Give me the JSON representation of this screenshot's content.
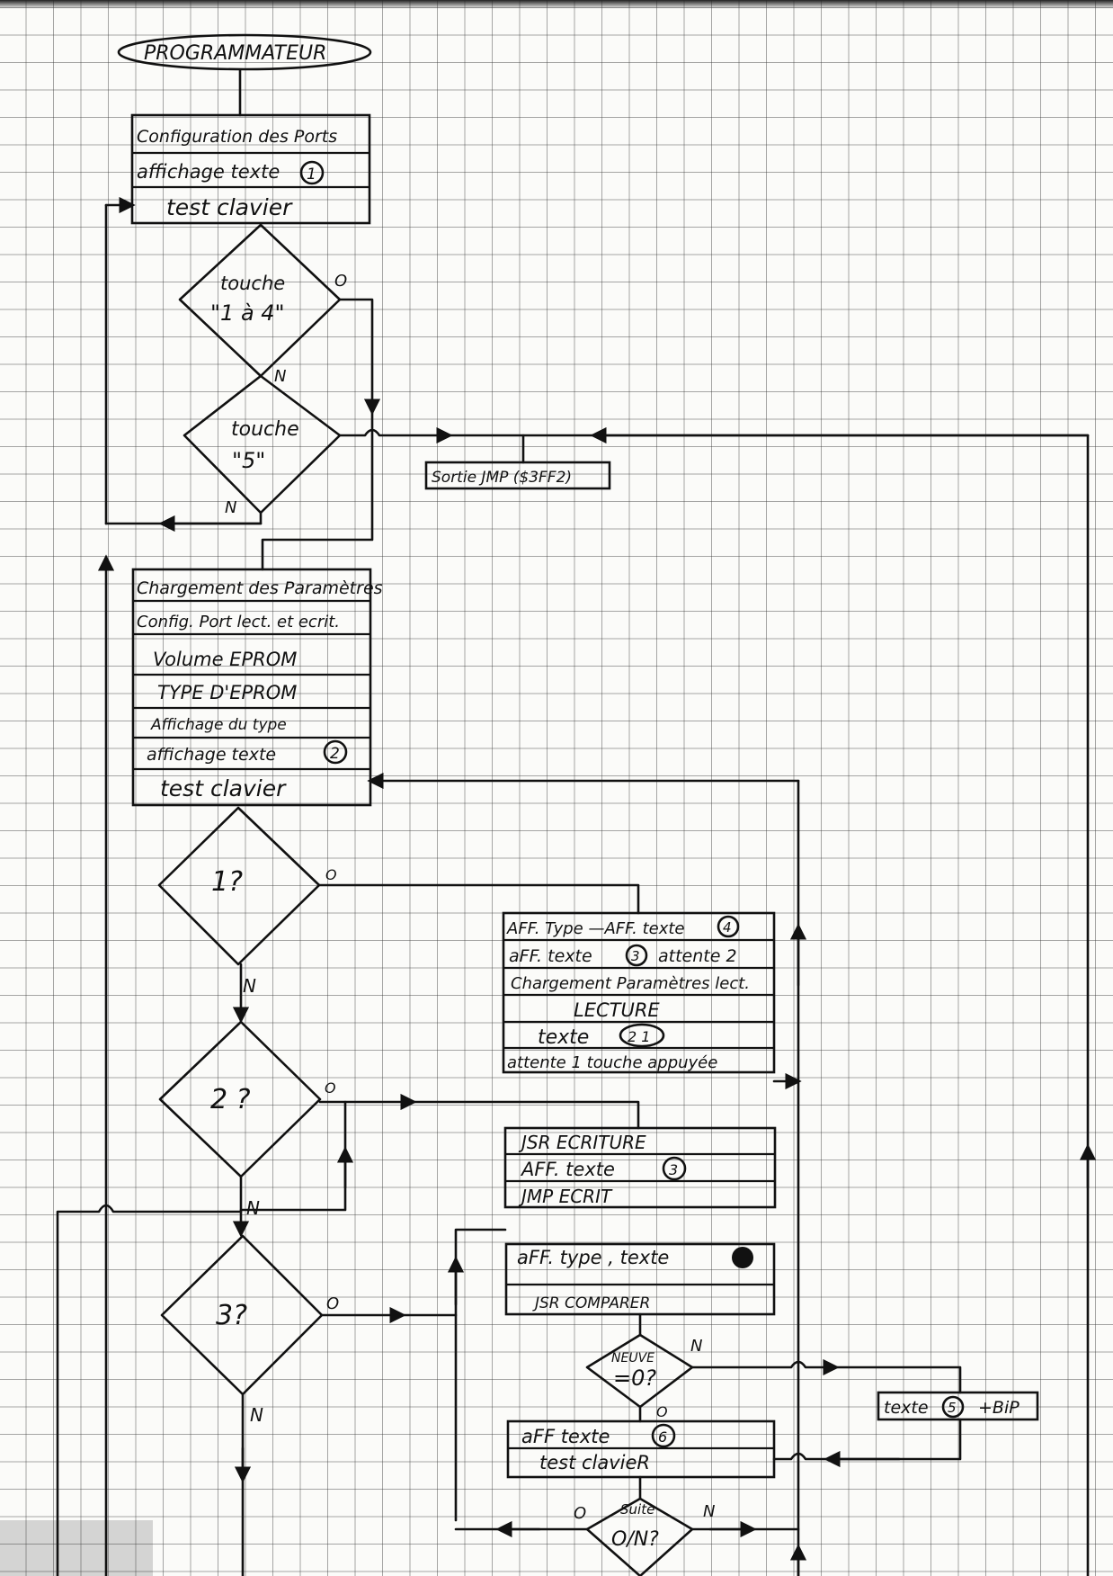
{
  "title": "PROGRAMMATEUR",
  "blocks": {
    "init": [
      "Configuration des Ports",
      "affichage texte",
      "test clavier"
    ],
    "init_circled": "1",
    "load": [
      "Chargement des Paramètres",
      "Config. Port lect. et ecrit.",
      "Volume  EPROM",
      "TYPE D'EPROM",
      "Affichage du type",
      "affichage texte",
      "test clavier"
    ],
    "load_circled": "2",
    "read": [
      "AFF. Type  —AFF. texte",
      "aFF. texte",
      "attente 2",
      "Chargement Paramètres lect.",
      "LECTURE",
      "texte",
      "attente 1 touche appuyée"
    ],
    "read_circled": [
      "4",
      "3",
      "2 1"
    ],
    "write": [
      "JSR  ECRITURE",
      "AFF.  texte",
      "JMP   ECRIT"
    ],
    "write_circled": "3",
    "compare": [
      "aFF. type  ,  texte",
      "JSR   COMPARER"
    ],
    "after_compare": [
      "aFF  texte",
      "test  clavieR"
    ],
    "after_circled": "6",
    "sortie": "Sortie  JMP ($3FF2)",
    "bip": [
      "texte",
      "+BiP"
    ],
    "bip_circled": "5"
  },
  "decisions": {
    "key14": [
      "touche",
      "\"1 à 4\""
    ],
    "key5": [
      "touche",
      "\"5\""
    ],
    "q1": "1?",
    "q2": "2 ?",
    "q3": "3?",
    "neuve": [
      "NEUVE",
      "=0?"
    ],
    "suite": [
      "Suite",
      "O/N?"
    ]
  },
  "labels": {
    "yes": "O",
    "no": "N"
  }
}
